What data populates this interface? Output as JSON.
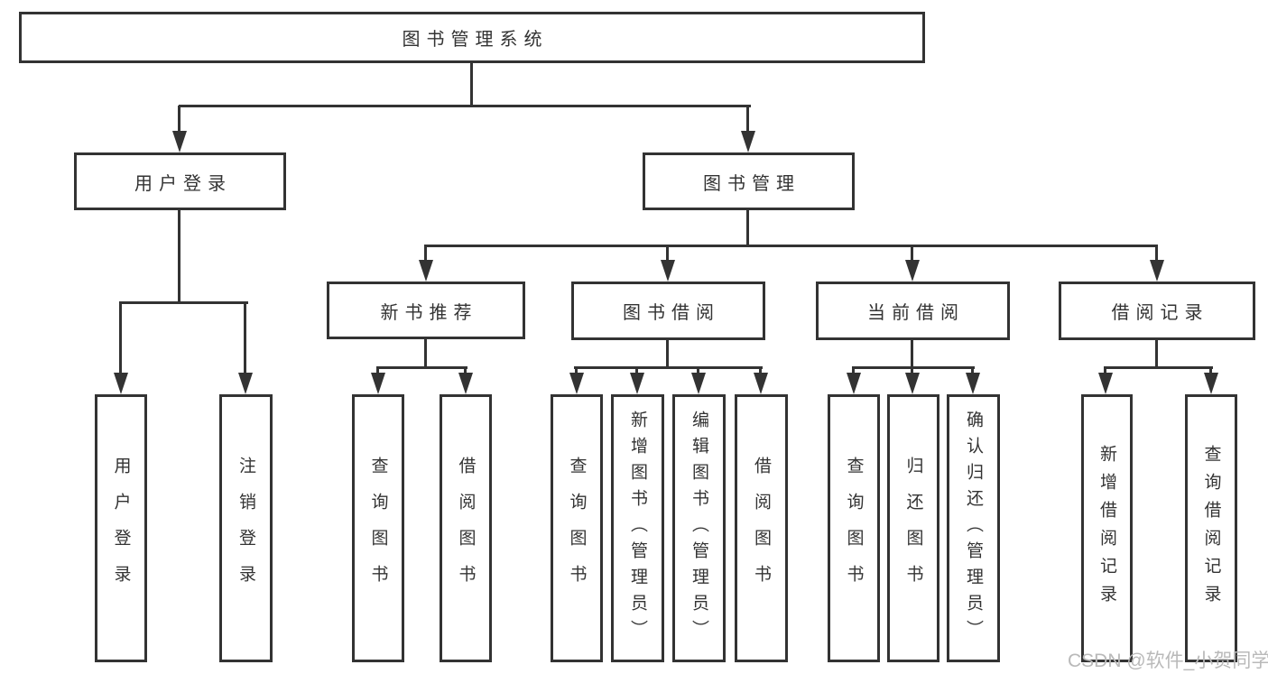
{
  "diagram": {
    "title": "图书管理系统",
    "branches": [
      {
        "label": "用户登录",
        "leaves": [
          "用户登录",
          "注销登录"
        ]
      },
      {
        "label": "图书管理",
        "sections": [
          {
            "label": "新书推荐",
            "leaves": [
              "查询图书",
              "借阅图书"
            ]
          },
          {
            "label": "图书借阅",
            "leaves": [
              "查询图书",
              "新增图书（管理员）",
              "编辑图书（管理员）",
              "借阅图书"
            ]
          },
          {
            "label": "当前借阅",
            "leaves": [
              "查询图书",
              "归还图书",
              "确认归还（管理员）"
            ]
          },
          {
            "label": "借阅记录",
            "leaves": [
              "新增借阅记录",
              "查询借阅记录"
            ]
          }
        ]
      }
    ]
  },
  "watermark": {
    "text": "CSDN @软件_小贺同学"
  },
  "colors": {
    "line": "#333333",
    "border": "#333333",
    "text": "#333333",
    "background": "#ffffff",
    "watermark": "#b9b9b9"
  }
}
